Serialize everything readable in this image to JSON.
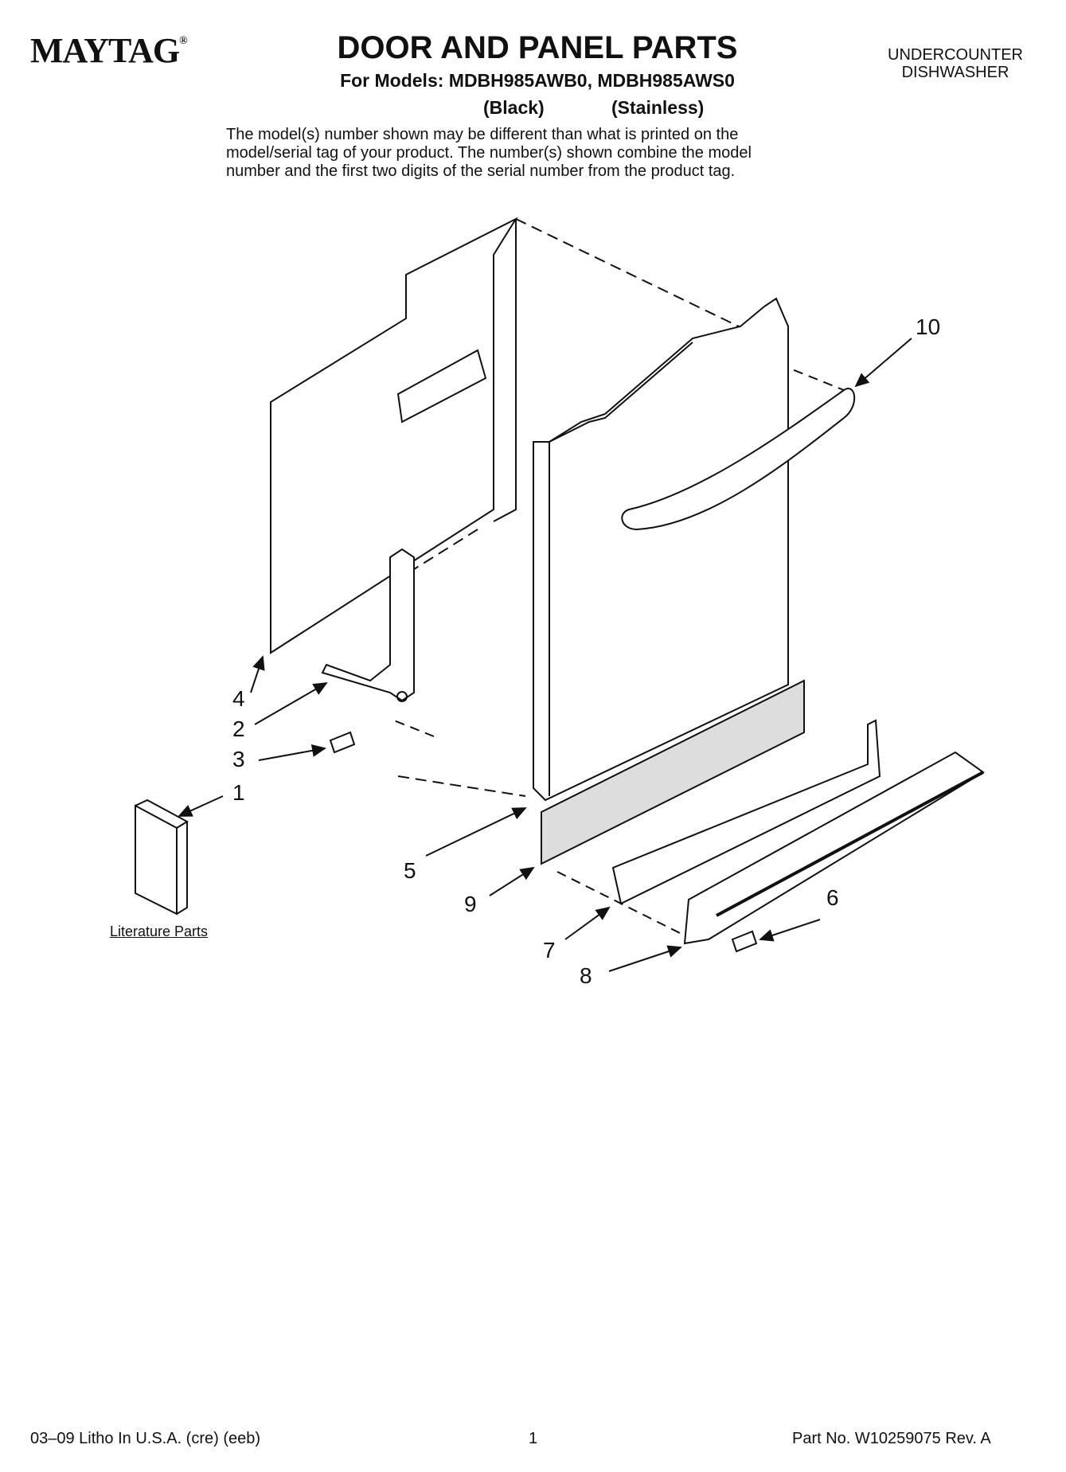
{
  "header": {
    "brand": "MAYTAG",
    "brand_mark": "®",
    "title": "DOOR AND PANEL PARTS",
    "models": "For Models: MDBH985AWB0, MDBH985AWS0",
    "variant_black": "(Black)",
    "variant_stainless": "(Stainless)",
    "category_line1": "UNDERCOUNTER",
    "category_line2": "DISHWASHER"
  },
  "note": {
    "line1": "The model(s) number shown may be different than what is printed on the",
    "line2": "model/serial tag of your product. The number(s) shown combine the model",
    "line3": "number and the first two digits of the serial number from the product tag."
  },
  "diagram": {
    "callouts": [
      "10",
      "4",
      "2",
      "3",
      "1",
      "5",
      "9",
      "7",
      "6",
      "8"
    ],
    "literature_label": "Literature Parts"
  },
  "footer": {
    "left": "03–09 Litho In U.S.A. (cre) (eeb)",
    "center": "1",
    "right": "Part No. W10259075 Rev. A"
  }
}
